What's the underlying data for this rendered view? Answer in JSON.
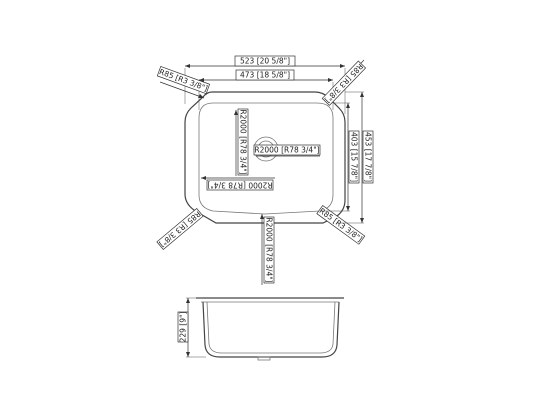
{
  "labels": {
    "overall_width": "523 [20 5/8\"]",
    "inner_width": "473 [18 5/8\"]",
    "corner_tl": "R85 [R3 3/8\"]",
    "corner_tr": "R85 [R3 3/8\"]",
    "corner_bl": "R85 [R3 3/8\"]",
    "corner_br": "R85 [R3 3/8\"]",
    "overall_depth": "453 [17 7/8\"]",
    "inner_depth": "403 [15 7/8\"]",
    "radius_drain": "R2000 [R78 3/4\"]",
    "radius_left_wall": "R2000 [R78 3/4\"]",
    "radius_bottom_left": "R2000 [R78 3/4\"]",
    "radius_bottom": "R2000 [R78 3/4\"]",
    "bowl_height": "229 [9\"]"
  },
  "colors": {
    "line": "#444444",
    "text": "#222222",
    "background": "#ffffff"
  }
}
